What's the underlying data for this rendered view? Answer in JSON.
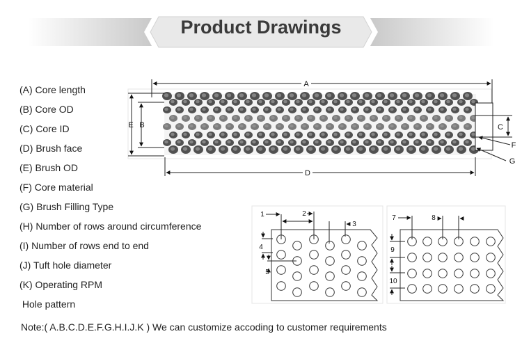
{
  "banner": {
    "title": "Product Drawings"
  },
  "spec_labels": [
    "(A) Core length",
    "(B) Core OD",
    "(C) Core ID",
    "(D) Brush face",
    "(E) Brush OD",
    "(F) Core material",
    "(G) Brush Filling Type",
    "(H) Number of rows around circumference",
    "(I) Number of rows end to end",
    "(J) Tuft hole diameter",
    "(K) Operating RPM",
    " Hole pattern"
  ],
  "brush_drawing": {
    "dim_labels": {
      "A": "A",
      "B": "B",
      "C": "C",
      "D": "D",
      "E": "E",
      "F": "F",
      "G": "G"
    }
  },
  "hole_pattern_staggered": {
    "callouts": [
      "1",
      "2",
      "3",
      "4",
      "5"
    ]
  },
  "hole_pattern_inline": {
    "callouts": [
      "7",
      "8",
      "9",
      "10"
    ]
  },
  "note": "Note:( A.B.C.D.E.F.G.H.I.J.K ) We can customize accoding to customer requirements"
}
